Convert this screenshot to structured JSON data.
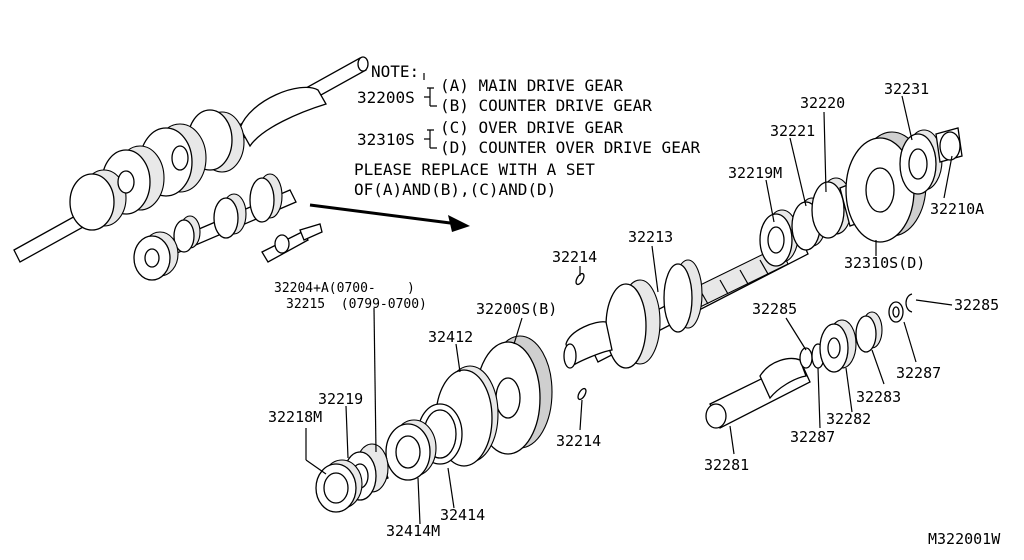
{
  "note": {
    "title": "NOTE:",
    "group1_code": "32200S",
    "line_a": "(A) MAIN DRIVE GEAR",
    "line_b": "(B) COUNTER DRIVE GEAR",
    "group2_code": "32310S",
    "line_c": "(C) OVER DRIVE GEAR",
    "line_d": "(D) COUNTER OVER DRIVE GEAR",
    "replace_1": "PLEASE REPLACE WITH A SET",
    "replace_2": "OF(A)AND(B),(C)AND(D)"
  },
  "parts": {
    "p32231": "32231",
    "p32220": "32220",
    "p32221": "32221",
    "p32219M": "32219M",
    "p32210A": "32210A",
    "p32310S_D": "32310S(D)",
    "p32213": "32213",
    "p32214_top": "32214",
    "p32214_bottom": "32214",
    "p32204A": "32204+A(0700-    )",
    "p32215": "32215  (0799-0700)",
    "p32200S_B": "32200S(B)",
    "p32412": "32412",
    "p32219": "32219",
    "p32218M": "32218M",
    "p32414": "32414",
    "p32414M": "32414M",
    "p32285_left": "32285",
    "p32285_right": "32285",
    "p32287_right": "32287",
    "p32283": "32283",
    "p32282": "32282",
    "p32287_left": "32287",
    "p32281": "32281"
  },
  "diagram_code": "M322001W"
}
